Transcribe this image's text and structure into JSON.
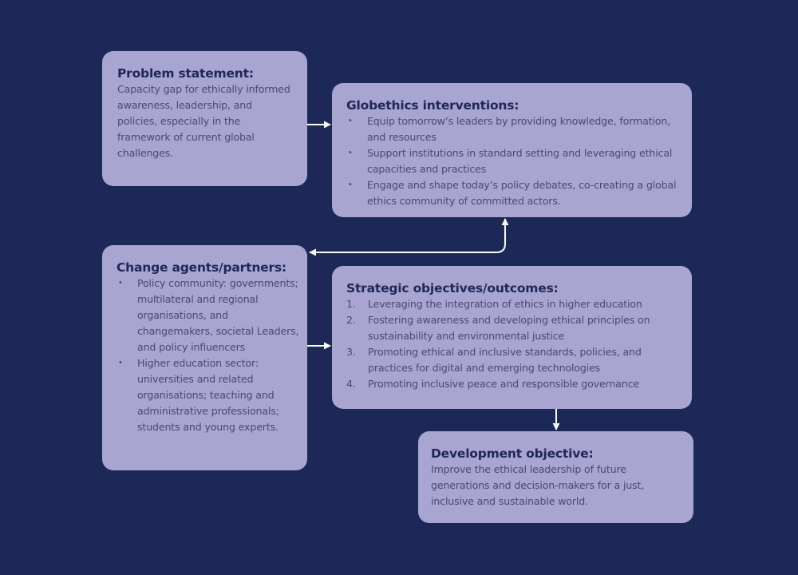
{
  "colors": {
    "background": "#1b2858",
    "box_fill": "#a8a5d0",
    "title_text": "#1e2757",
    "body_text": "#4a4872",
    "arrow": "#ffffff"
  },
  "boxes": {
    "problem": {
      "title": "Problem statement:",
      "text": "Capacity gap for ethically informed awareness, leadership, and policies, especially in the framework of current global challenges."
    },
    "interventions": {
      "title": "Globethics interventions:",
      "items": [
        {
          "marker": "•",
          "text": "Equip tomorrow’s leaders by providing knowledge, formation, and resources"
        },
        {
          "marker": "•",
          "text": "Support institutions in standard setting and leveraging ethical capacities and practices"
        },
        {
          "marker": "•",
          "text": "Engage and shape today’s policy debates, co-creating a global ethics community of committed actors."
        }
      ]
    },
    "agents": {
      "title": "Change agents/partners:",
      "items": [
        {
          "marker": "•",
          "text": "Policy community: governments; multilateral and regional organisations, and changemakers, societal Leaders, and policy influencers"
        },
        {
          "marker": "•",
          "text": "Higher education sector: universities and related organisations; teaching and administrative professionals; students and young experts."
        }
      ]
    },
    "objectives": {
      "title": "Strategic objectives/outcomes:",
      "items": [
        {
          "marker": "1.",
          "text": "Leveraging the integration of ethics in higher education"
        },
        {
          "marker": "2.",
          "text": "Fostering awareness and developing ethical principles on sustainability and environmental justice"
        },
        {
          "marker": "3.",
          "text": "Promoting ethical and inclusive standards, policies, and practices for digital and emerging technologies"
        },
        {
          "marker": "4.",
          "text": "Promoting inclusive peace and responsible governance"
        }
      ]
    },
    "development": {
      "title": "Development objective:",
      "text": "Improve the ethical leadership of future generations and decision-makers for a just, inclusive and sustainable world."
    }
  },
  "connections": [
    {
      "from": "Problem statement",
      "to": "Globethics interventions",
      "type": "arrow"
    },
    {
      "from": "Globethics interventions",
      "to": "Change agents/partners",
      "type": "bidirectional-arrow"
    },
    {
      "from": "Change agents/partners",
      "to": "Strategic objectives/outcomes",
      "type": "arrow"
    },
    {
      "from": "Strategic objectives/outcomes",
      "to": "Development objective",
      "type": "arrow"
    }
  ]
}
